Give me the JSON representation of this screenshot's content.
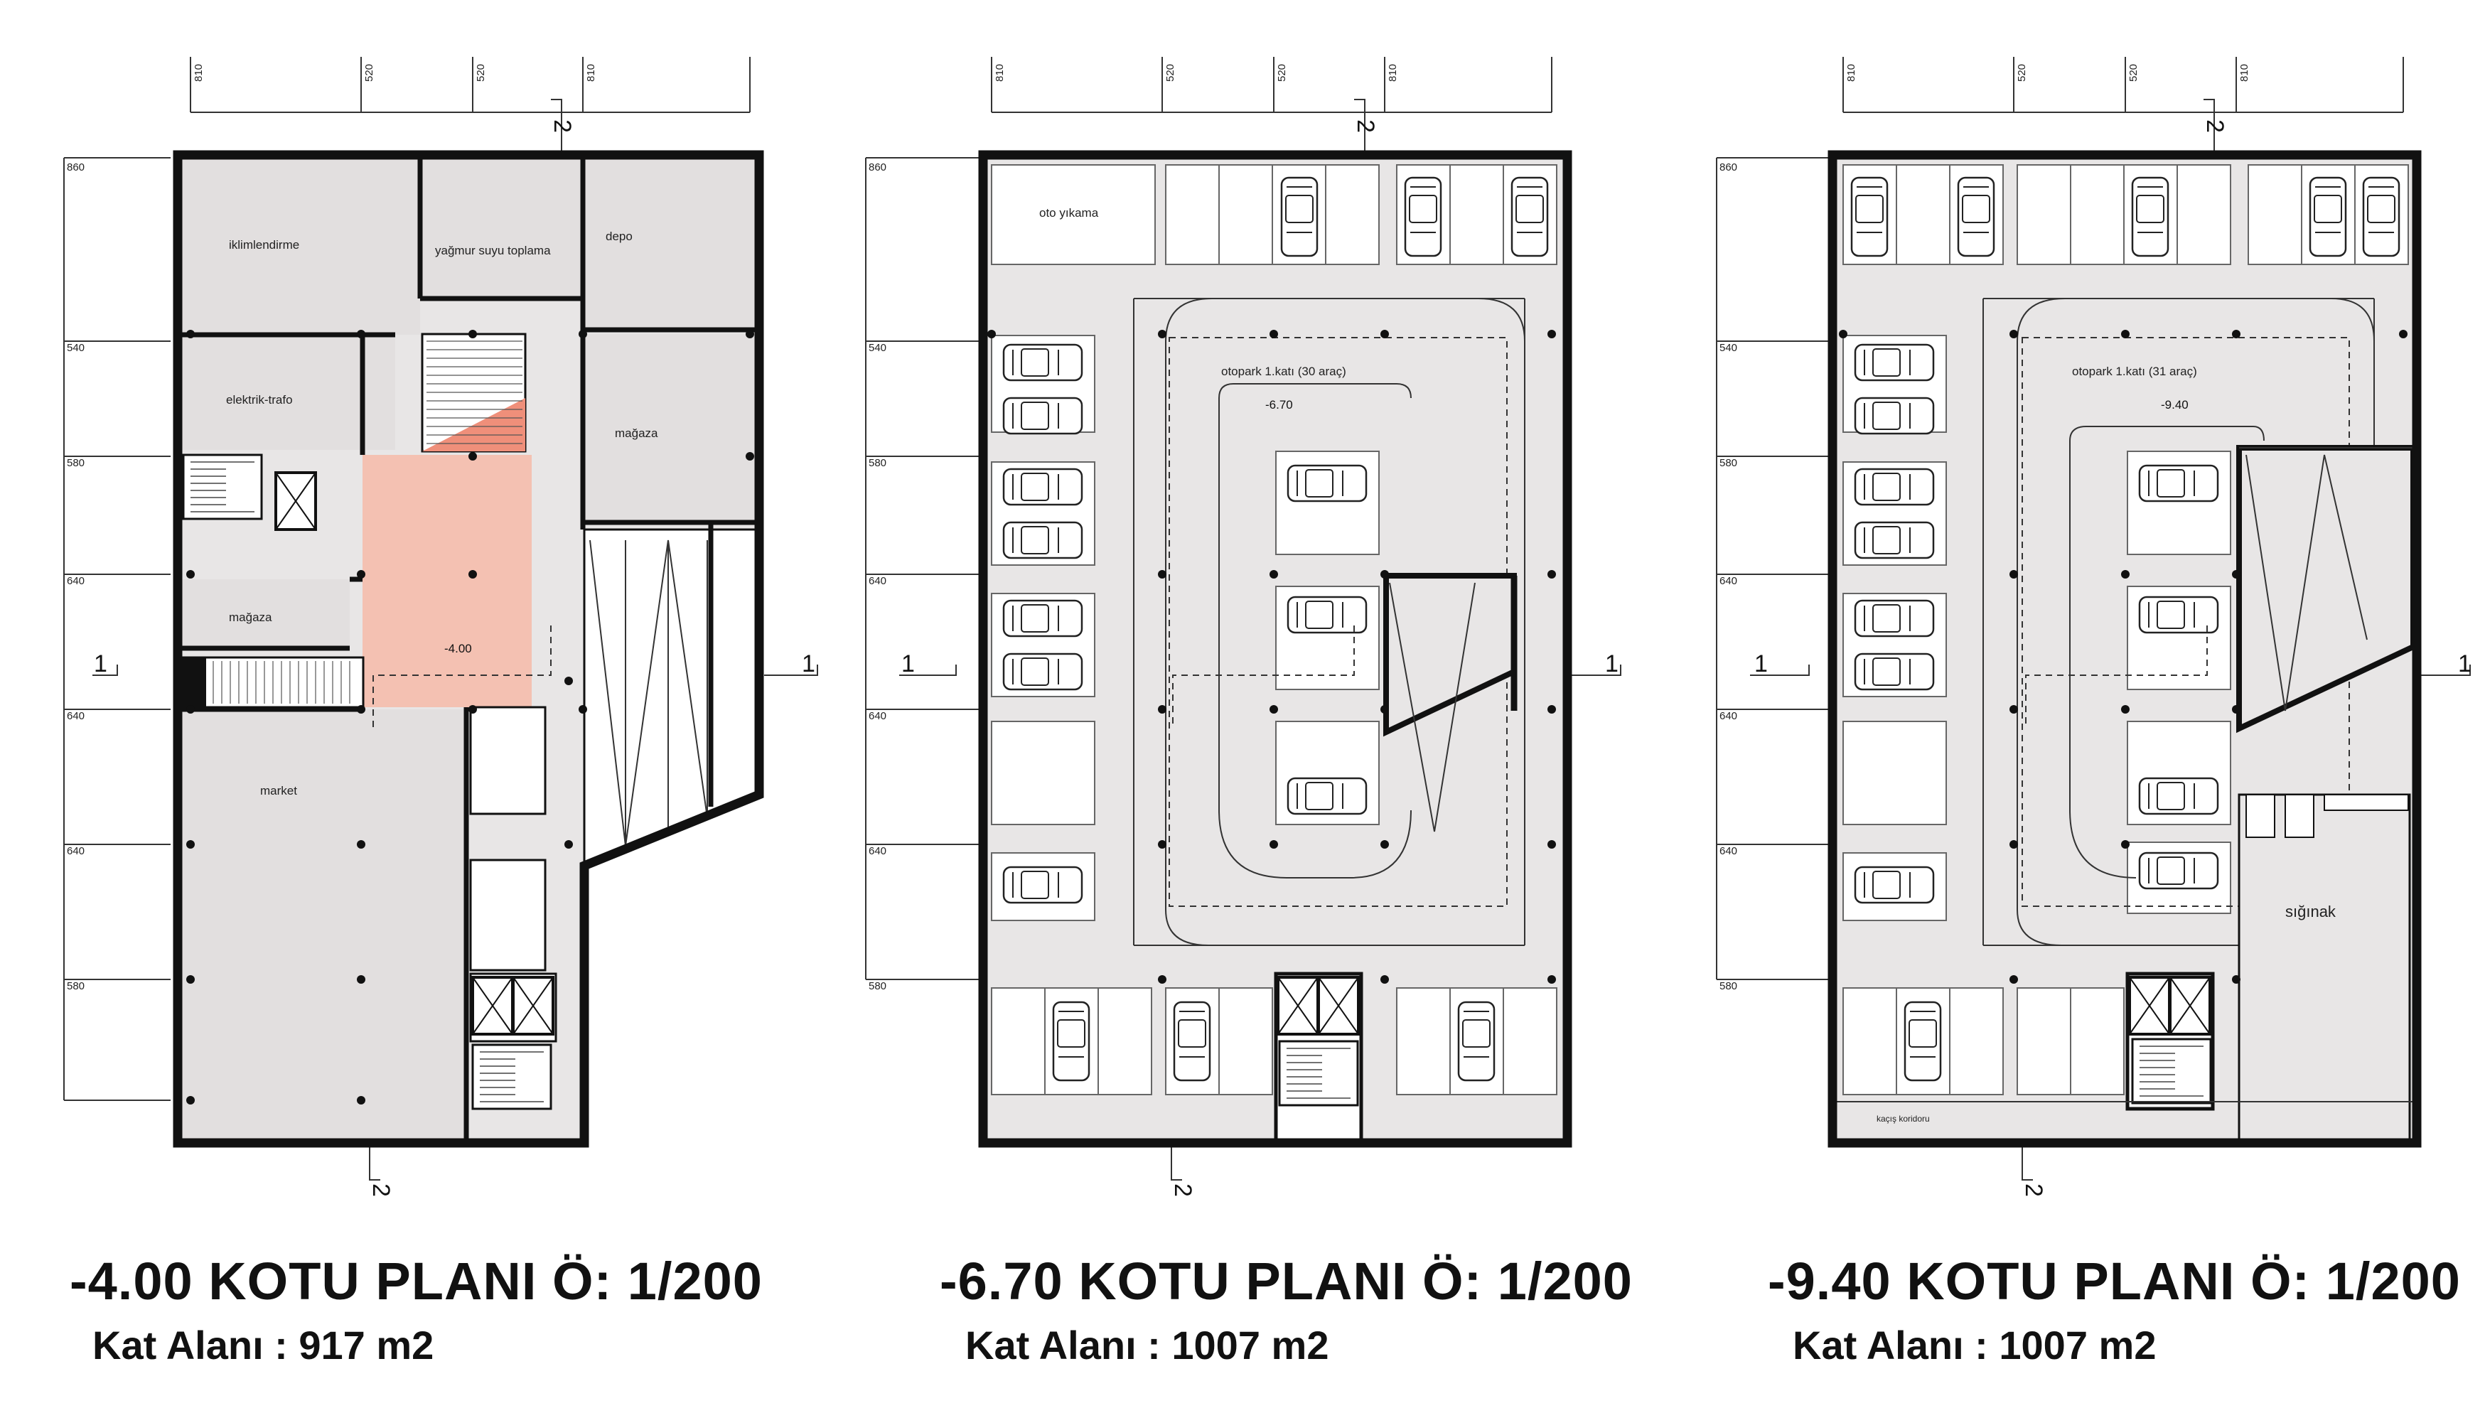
{
  "plans": [
    {
      "title": "-4.00 KOTU PLANI Ö: 1/200",
      "area": "Kat Alanı : 917 m2",
      "level": "-4.00",
      "rooms": {
        "iklimlendirme": "iklimlendirme",
        "yagmur": "yağmur suyu toplama",
        "depo": "depo",
        "elektrik": "elektrik-trafo",
        "magaza1": "mağaza",
        "magaza2": "mağaza",
        "market": "market"
      }
    },
    {
      "title": "-6.70 KOTU PLANI Ö: 1/200",
      "area": "Kat Alanı : 1007 m2",
      "level": "-6.70",
      "rooms": {
        "oto_yikama": "oto yıkama",
        "otopark": "otopark 1.katı (30 araç)"
      }
    },
    {
      "title": "-9.40 KOTU PLANI Ö: 1/200",
      "area": "Kat Alanı : 1007 m2",
      "level": "-9.40",
      "rooms": {
        "otopark": "otopark 1.katı (31 araç)",
        "siginak": "sığınak",
        "kacis": "kaçış koridoru"
      }
    }
  ],
  "dimensions": {
    "horizontal": [
      "810",
      "520",
      "520",
      "810"
    ],
    "vertical": [
      "860",
      "540",
      "580",
      "640",
      "640",
      "640",
      "580"
    ]
  },
  "section_marks": {
    "one": "1",
    "two": "2"
  },
  "colors": {
    "room_fill": "#e2dfdf",
    "floor_fill": "#e8e6e6",
    "highlight": "#f4c1b2",
    "wall": "#111111"
  }
}
